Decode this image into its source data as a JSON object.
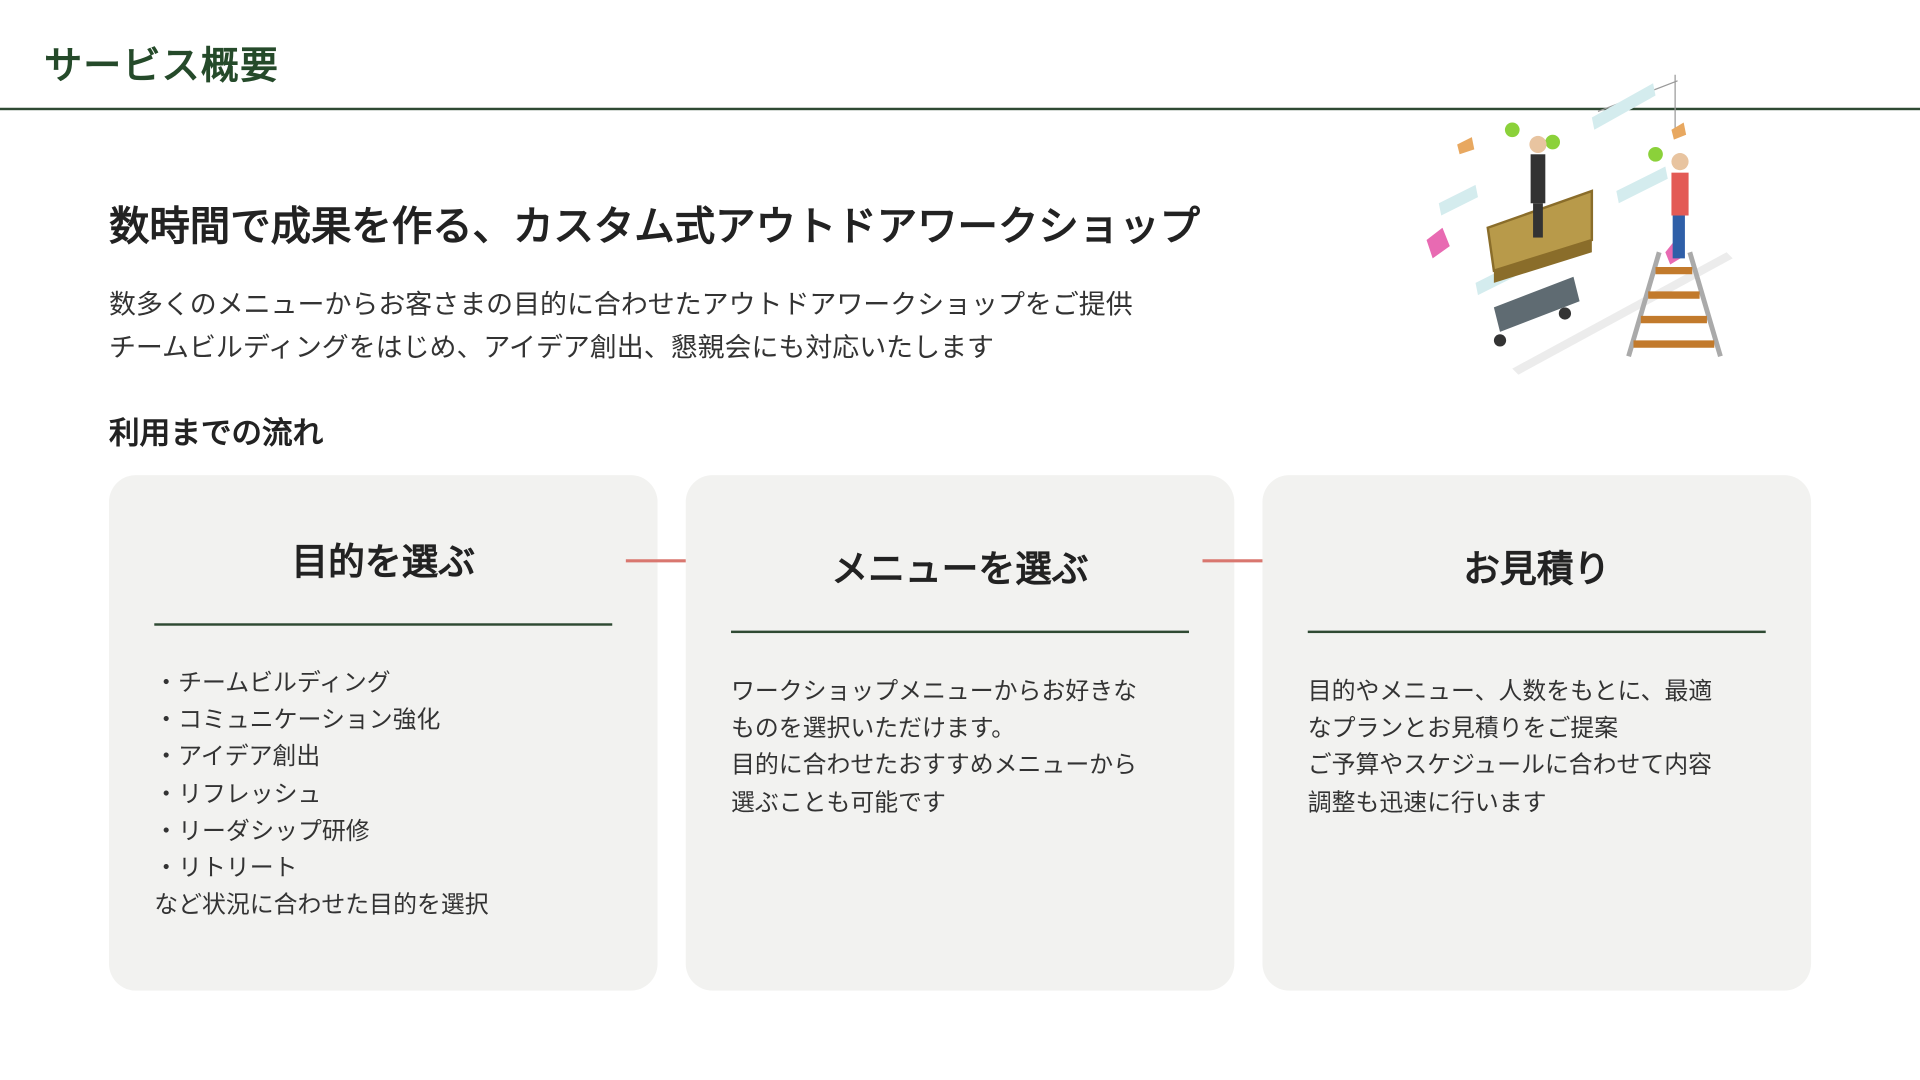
{
  "header": {
    "title": "サービス概要"
  },
  "main": {
    "headline": "数時間で成果を作る、カスタム式アウトドアワークショップ",
    "lead": [
      "数多くのメニューからお客さまの目的に合わせたアウトドアワークショップをご提供",
      "チームビルディングをはじめ、アイデア創出、懇親会にも対応いたします"
    ],
    "flow_title": "利用までの流れ",
    "steps": [
      {
        "title": "目的を選ぶ",
        "lines": [
          "・チームビルディング",
          "・コミュニケーション強化",
          "・アイデア創出",
          "・リフレッシュ",
          "・リーダシップ研修",
          "・リトリート",
          "など状況に合わせた目的を選択"
        ]
      },
      {
        "title": "メニューを選ぶ",
        "lines": [
          "ワークショップメニューからお好きな",
          "ものを選択いただけます。",
          "目的に合わせたおすすめメニューから",
          "選ぶことも可能です"
        ]
      },
      {
        "title": "お見積り",
        "lines": [
          "目的やメニュー、人数をもとに、最適",
          "なプランとお見積りをご提案",
          "ご予算やスケジュールに合わせて内容",
          "調整も迅速に行います"
        ]
      }
    ]
  },
  "colors": {
    "accent": "#254a2a",
    "arrow": "#d9776f",
    "card": "#f2f2f0"
  },
  "icons": {
    "illustration": "workers-hanging-lights-illustration",
    "arrow": "arrow-right-icon"
  }
}
